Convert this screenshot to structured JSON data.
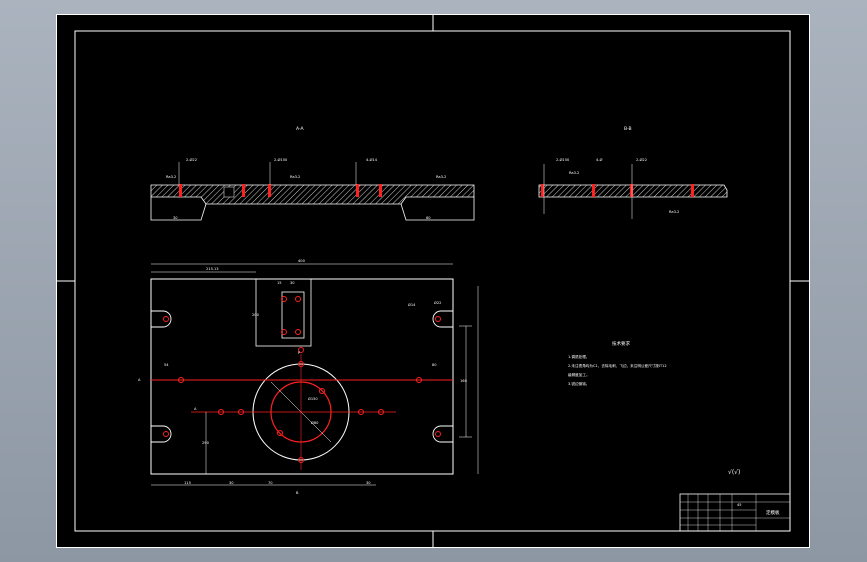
{
  "colors": {
    "background": "#000000",
    "lines": "#ffffff",
    "holes": "#ff2020",
    "hatch": "#ffffff"
  },
  "section_titles": {
    "left": "A-A",
    "right": "B-B"
  },
  "dimensions": {
    "overall_width": "400",
    "left_offset": "215.13",
    "slot_w1": "15",
    "slot_w2": "30",
    "slot_h": "200",
    "side_left": "54",
    "side_right": "80",
    "vertical_right": "160",
    "bottom_1": "115",
    "bottom_2": "30",
    "bottom_3": "70",
    "bottom_4": "30",
    "mid_height": "290",
    "hole_dia": "Ø14",
    "hole_dia_2": "Ø22",
    "bolt_circle": "Ø150",
    "center_dia": "Ø80",
    "section_mark_top": "P",
    "section_mark_bottom": "B",
    "axis_label_left": "A",
    "axis_label_bottom": "B",
    "sec_a_1": "2-Ø22",
    "sec_a_2": "2-Ø150",
    "sec_a_3": "4-Ø14",
    "sec_a_base": "30",
    "sec_a_base2": "60",
    "sec_b_1": "2-Ø150",
    "sec_b_2": "4-Ø",
    "sec_b_3": "2-Ø22",
    "roughness": "Ra3.2"
  },
  "technical_requirements": {
    "title": "技术要求",
    "items": [
      "1.调质处理。",
      "2.未注债角均为C1，去除毛刺、飞边，未注明公差尺寸按IT12",
      "级精度加工。",
      "3.锐边倒钝。"
    ]
  },
  "roughness_symbol": "√(√)",
  "title_block": {
    "part_name": "定模板",
    "material": "45"
  }
}
